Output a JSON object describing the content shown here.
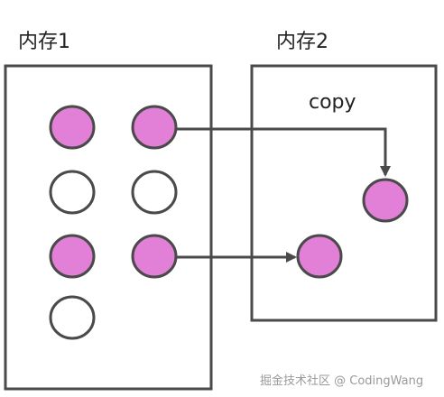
{
  "memory1": {
    "label": "内存1"
  },
  "memory2": {
    "label": "内存2"
  },
  "arrow": {
    "label": "copy"
  },
  "watermark": {
    "text": "掘金技术社区 @ CodingWang"
  },
  "colors": {
    "frame": "#4a4a4a",
    "filled": "#e27fd6",
    "empty": "#ffffff",
    "stroke": "#4a4a4a"
  },
  "memory1_cells": [
    {
      "filled": true
    },
    {
      "filled": true
    },
    {
      "filled": false
    },
    {
      "filled": false
    },
    {
      "filled": true
    },
    {
      "filled": true
    },
    {
      "filled": false
    }
  ],
  "memory2_cells": [
    {
      "filled": true
    },
    {
      "filled": true
    }
  ]
}
